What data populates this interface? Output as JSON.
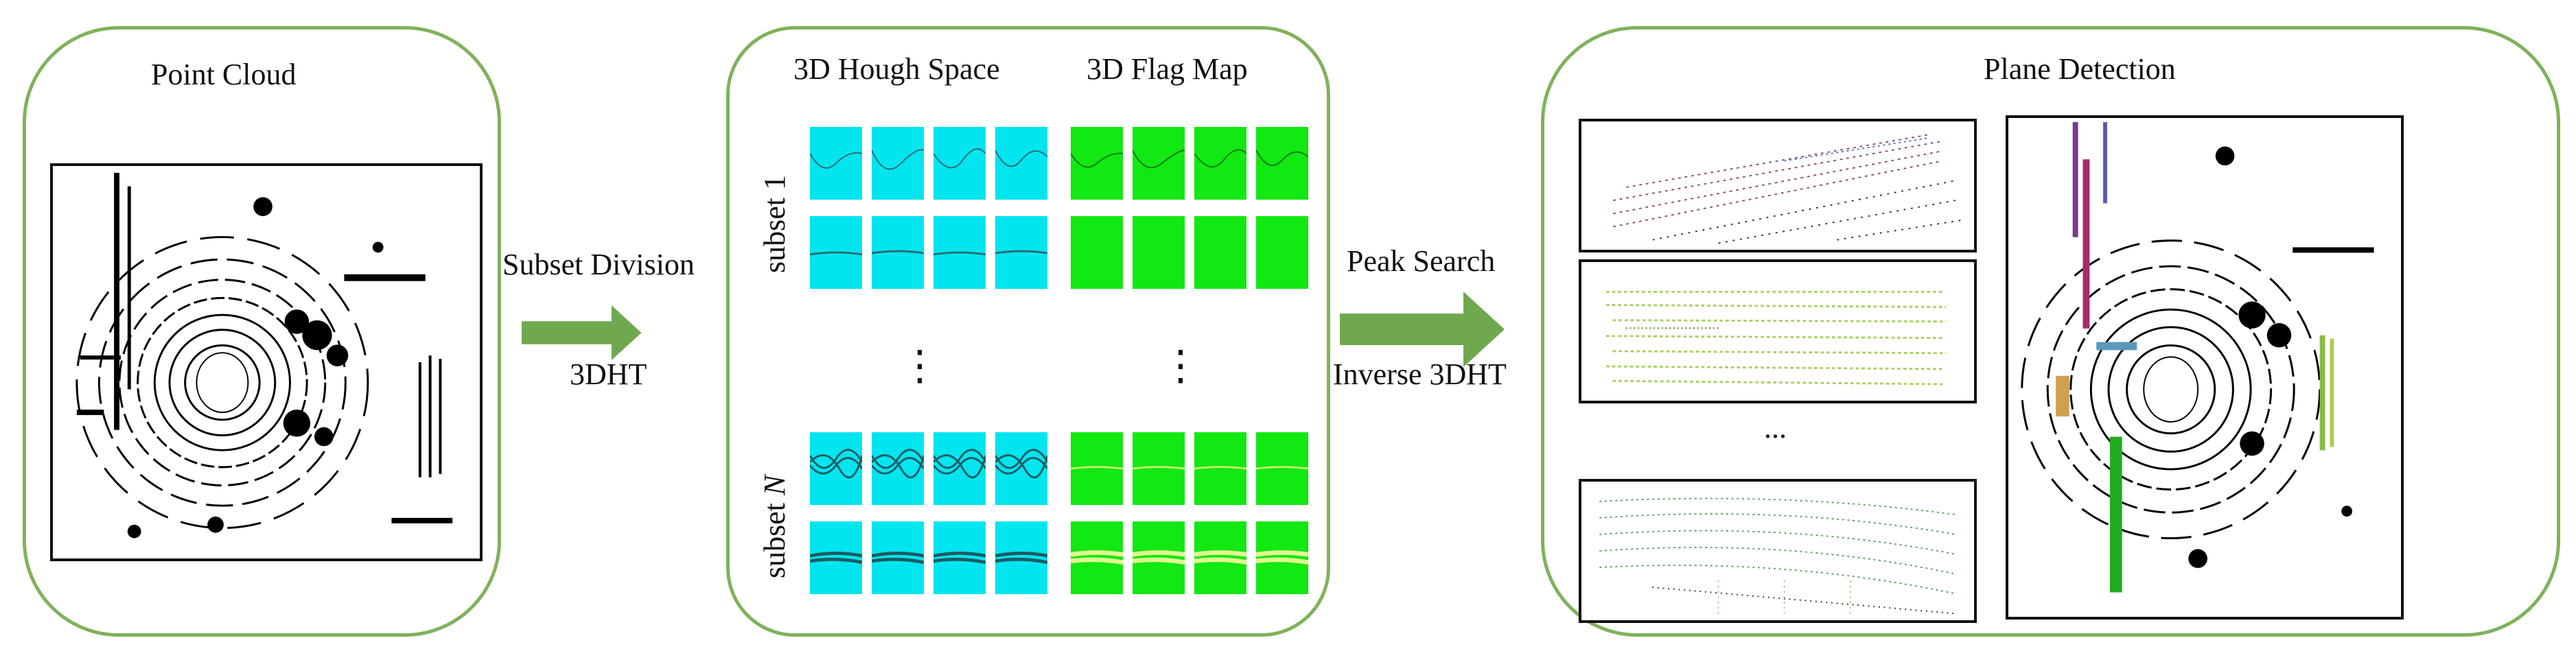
{
  "panels": {
    "point_cloud": {
      "title": "Point Cloud"
    },
    "hough": {
      "title_hough": "3D Hough Space",
      "title_flag": "3D Flag Map",
      "subset_1": "subset 1",
      "subset_n_prefix": "subset ",
      "subset_n_var": "N",
      "ellipsis": "⋮"
    },
    "detection": {
      "title": "Plane Detection",
      "ellipsis": "..."
    }
  },
  "arrows": {
    "first": {
      "top_label": "Subset Division",
      "bottom_label": "3DHT"
    },
    "second": {
      "top_label": "Peak Search",
      "bottom_label": "Inverse 3DHT"
    }
  },
  "colors": {
    "panel_border": "#7fb25a",
    "arrow": "#70a850",
    "hough_cell": "#00e5ee",
    "flag_cell": "#12e812"
  }
}
